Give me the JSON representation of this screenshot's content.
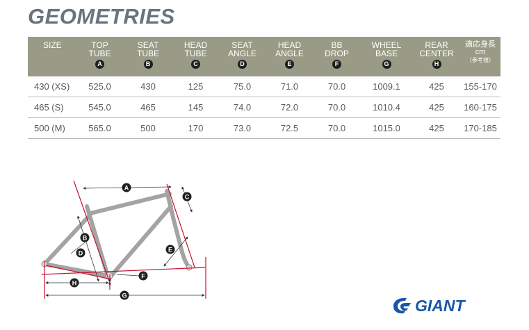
{
  "title": "GEOMETRIES",
  "headers": [
    {
      "lines": [
        "SIZE"
      ],
      "badge": ""
    },
    {
      "lines": [
        "TOP",
        "TUBE"
      ],
      "badge": "A"
    },
    {
      "lines": [
        "SEAT",
        "TUBE"
      ],
      "badge": "B"
    },
    {
      "lines": [
        "HEAD",
        "TUBE"
      ],
      "badge": "C"
    },
    {
      "lines": [
        "SEAT",
        "ANGLE"
      ],
      "badge": "D"
    },
    {
      "lines": [
        "HEAD",
        "ANGLE"
      ],
      "badge": "E"
    },
    {
      "lines": [
        "BB",
        "DROP"
      ],
      "badge": "F"
    },
    {
      "lines": [
        "WHEEL",
        "BASE"
      ],
      "badge": "G"
    },
    {
      "lines": [
        "REAR",
        "CENTER"
      ],
      "badge": "H"
    },
    {
      "lines": [
        "適応身長",
        "cm"
      ],
      "badge": "",
      "note": "（参考値）"
    }
  ],
  "rows": [
    [
      "430 (XS)",
      "525.0",
      "430",
      "125",
      "75.0",
      "71.0",
      "70.0",
      "1009.1",
      "425",
      "155-170"
    ],
    [
      "465 (S)",
      "545.0",
      "465",
      "145",
      "74.0",
      "72.0",
      "70.0",
      "1010.4",
      "425",
      "160-175"
    ],
    [
      "500 (M)",
      "565.0",
      "500",
      "170",
      "73.0",
      "72.5",
      "70.0",
      "1015.0",
      "425",
      "170-185"
    ]
  ],
  "diagram": {
    "labels": [
      "A",
      "B",
      "C",
      "D",
      "E",
      "F",
      "G",
      "H"
    ],
    "frame_color": "#a4a4a4",
    "dimension_color": "#c8102e"
  },
  "brand": {
    "name": "GIANT",
    "color": "#1a57a6"
  },
  "icons": {
    "logo": "giant-logo-icon",
    "badge": "letter-badge-icon"
  }
}
